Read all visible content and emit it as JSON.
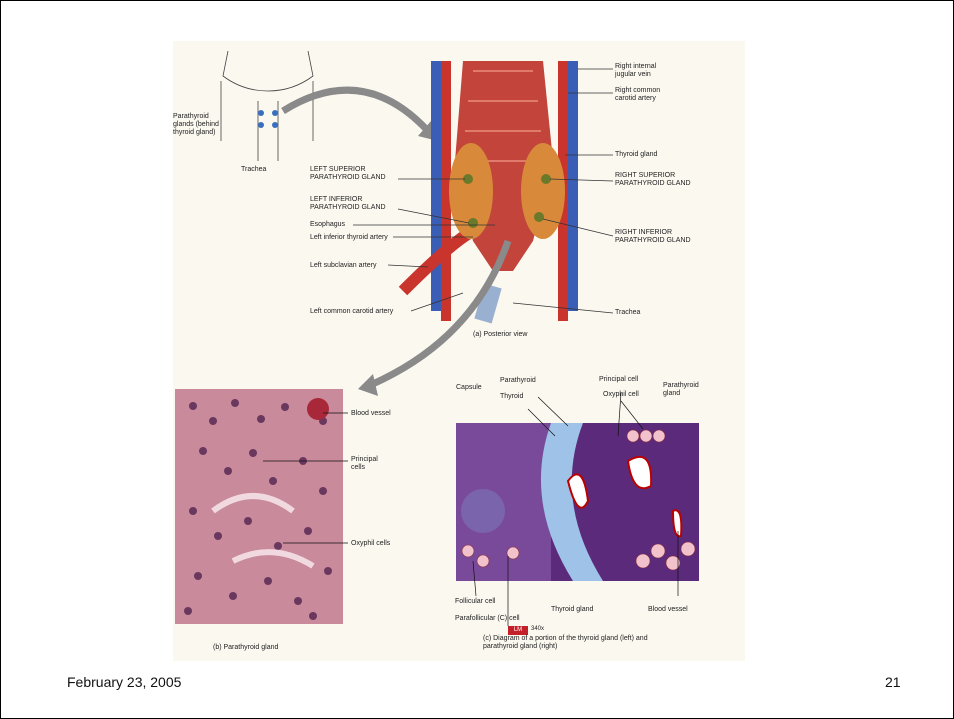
{
  "figure": {
    "inset_labels": {
      "parathyroid_behind": "Parathyroid\nglands (behind\nthyroid gland)",
      "trachea": "Trachea"
    },
    "left_labels": [
      "LEFT SUPERIOR\nPARATHYROID GLAND",
      "LEFT INFERIOR\nPARATHYROID GLAND",
      "Esophagus",
      "Left inferior thyroid artery",
      "Left subclavian artery",
      "Left common carotid artery"
    ],
    "right_labels": [
      "Right internal\njugular vein",
      "Right common\ncarotid artery",
      "Thyroid gland",
      "RIGHT SUPERIOR\nPARATHYROID GLAND",
      "RIGHT INFERIOR\nPARATHYROID GLAND",
      "Trachea"
    ],
    "caption_a": "(a) Posterior view",
    "micrograph_labels": [
      "Blood vessel",
      "Principal\ncells",
      "Oxyphil cells"
    ],
    "lm_badge": "LM",
    "magnification": "340x",
    "caption_b": "(b) Parathyroid gland",
    "diagram_labels": {
      "capsule": "Capsule",
      "parathyroid": "Parathyroid",
      "thyroid": "Thyroid",
      "principal_cell": "Principal cell",
      "oxyphil_cell": "Oxyphil cell",
      "parathyroid_gland": "Parathyroid\ngland",
      "follicular_cell": "Follicular cell",
      "parafollicular": "Parafollicular (C) cell",
      "thyroid_gland": "Thyroid gland",
      "blood_vessel": "Blood vessel"
    },
    "caption_c": "(c) Diagram of a portion of the thyroid gland (left) and\nparathyroid gland (right)"
  },
  "footer": {
    "date": "February 23, 2005",
    "page_number": "21"
  }
}
